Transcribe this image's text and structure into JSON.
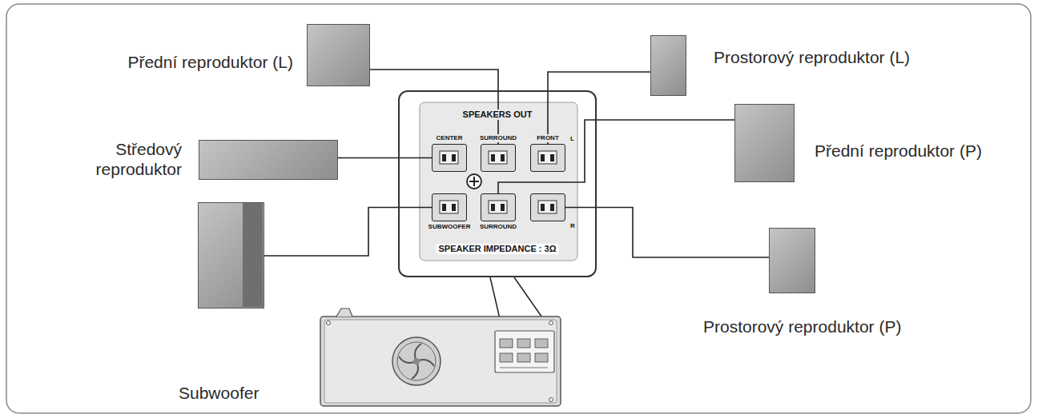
{
  "diagram": {
    "nodes": [
      {
        "text": [
          "Přední reproduktor (L)"
        ]
      },
      {
        "text": [
          "Prostorový reproduktor (L)"
        ]
      },
      {
        "text": [
          "Středový reproduktor"
        ]
      },
      {
        "text": [
          "SPEAKERS OUT",
          "SPEAKER IMPEDANCE : 3Ω"
        ]
      },
      {
        "text": [
          "CENTER"
        ],
        "in": 3
      },
      {
        "text": [
          "SURROUND"
        ],
        "in": 3
      },
      {
        "text": [
          "FRONT",
          "L"
        ],
        "in": 3
      },
      {
        "text": [
          "SUBWOOFER"
        ],
        "in": 3
      },
      {
        "text": [
          "SURROUND"
        ],
        "in": 3
      },
      {
        "text": [
          "R"
        ],
        "in": 3
      },
      {
        "text": [
          "Přední reproduktor (P)"
        ]
      },
      {
        "text": [
          "Subwoofer"
        ]
      },
      {
        "text": [
          "Prostorový reproduktor (P)"
        ]
      }
    ],
    "edges": [
      {
        "from": 0,
        "to": 5,
        "arrow": "none"
      },
      {
        "from": 1,
        "to": 6,
        "arrow": "none"
      },
      {
        "from": 2,
        "to": 4,
        "arrow": "none"
      },
      {
        "from": 10,
        "to": 8,
        "arrow": "none"
      },
      {
        "from": 11,
        "to": 7,
        "arrow": "none"
      },
      {
        "from": 12,
        "to": 9,
        "arrow": "none"
      }
    ]
  }
}
